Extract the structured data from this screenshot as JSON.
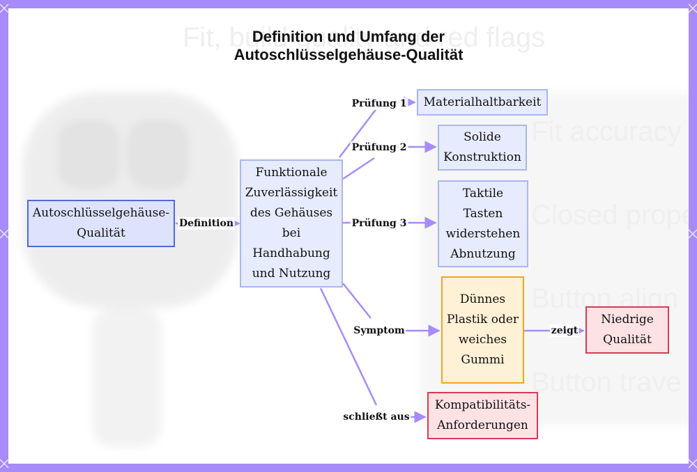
{
  "title": [
    "Definition und Umfang der",
    "Autoschlüsselgehäuse-Qualität"
  ],
  "nodes": {
    "quality": [
      "Autoschlüsselgehäuse-",
      "Qualität"
    ],
    "reliability": [
      "Funktionale",
      "Zuverlässigkeit",
      "des Gehäuses",
      "bei",
      "Handhabung",
      "und Nutzung"
    ],
    "material": [
      "Materialhaltbarkeit"
    ],
    "construction": [
      "Solide",
      "Konstruktion"
    ],
    "buttons": [
      "Taktile",
      "Tasten",
      "widerstehen",
      "Abnutzung"
    ],
    "plastic": [
      "Dünnes",
      "Plastik oder",
      "weiches",
      "Gummi"
    ],
    "low_quality": [
      "Niedrige",
      "Qualität"
    ],
    "compat": [
      "Kompatibilitäts-",
      "Anforderungen"
    ]
  },
  "edge_labels": {
    "definition": "Definition",
    "check1": "Prüfung 1",
    "check2": "Prüfung 2",
    "check3": "Prüfung 3",
    "symptom": "Symptom",
    "shows": "zeigt",
    "excludes": "schließt aus"
  },
  "colors": {
    "edge": "#a78bfa",
    "frame": "#a78bfa",
    "primary_fill": "#dde3fb",
    "primary_stroke": "#4f6ad8",
    "orange_fill": "#fff1d6",
    "orange_stroke": "#f2a51f",
    "red_fill": "#fde2e4",
    "red_stroke": "#d43b52"
  }
}
